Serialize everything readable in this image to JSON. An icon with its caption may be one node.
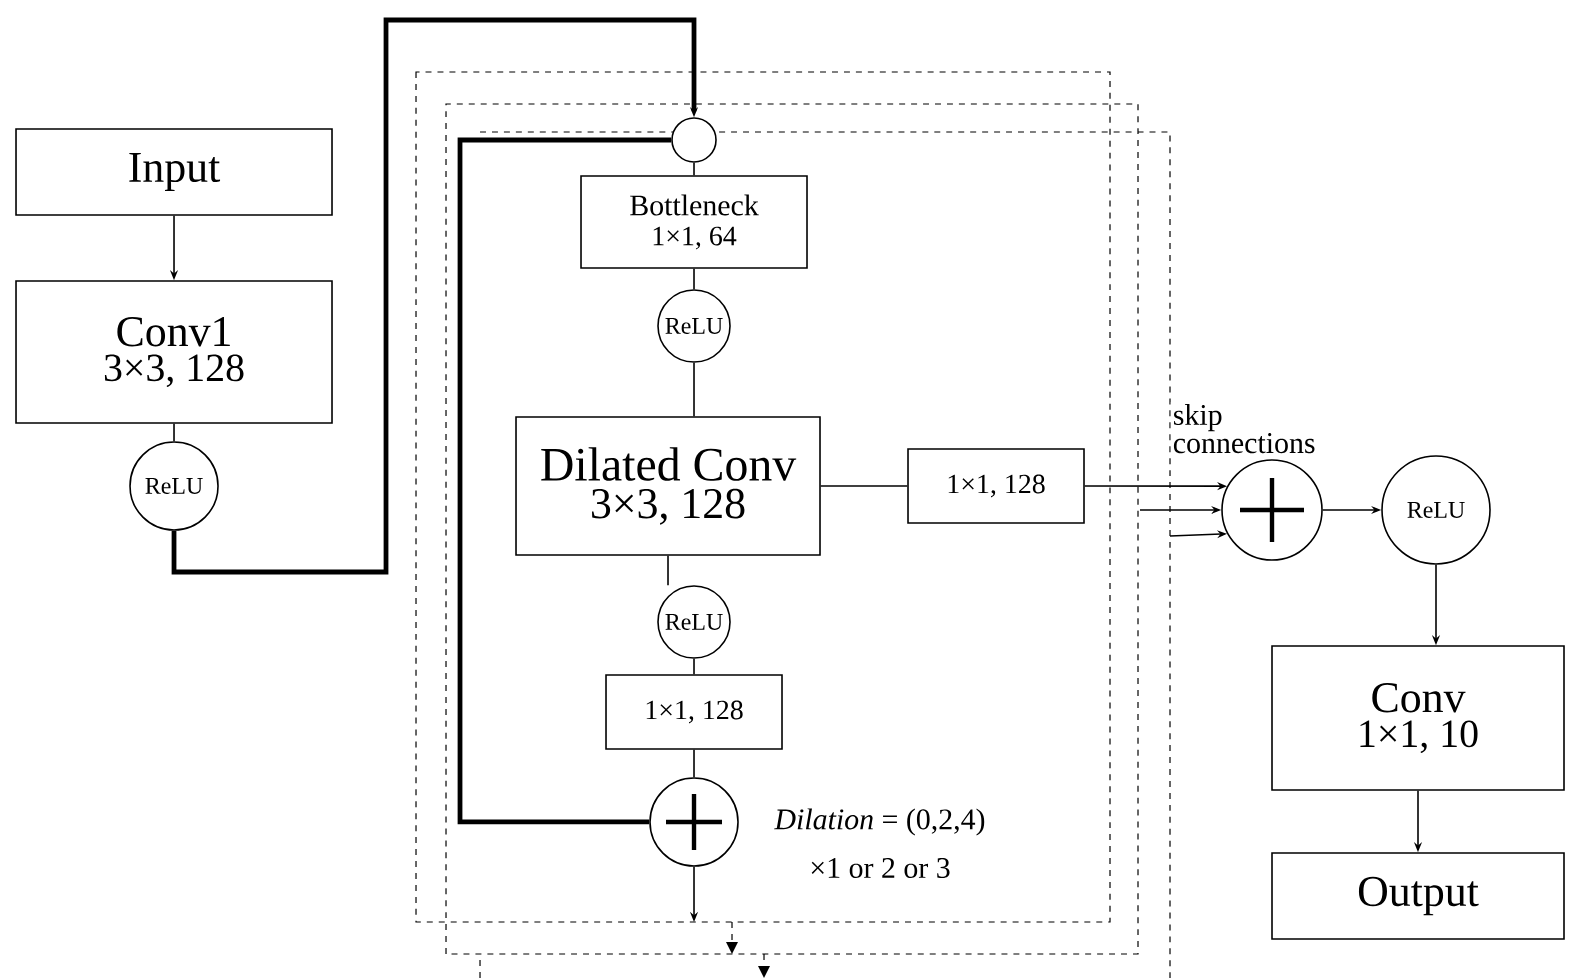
{
  "diagram": {
    "nodes": [
      {
        "text": [
          "Input"
        ]
      },
      {
        "text": [
          "Conv1",
          "3×3, 128"
        ]
      },
      {
        "text": [
          "ReLU"
        ]
      },
      {
        "text": [],
        "shape": "circle"
      },
      {
        "text": [
          "Bottleneck",
          "1×1, 64"
        ]
      },
      {
        "text": [
          "ReLU"
        ]
      },
      {
        "text": [
          "Dilated Conv",
          "3×3, 128"
        ]
      },
      {
        "text": [
          "1×1, 128"
        ]
      },
      {
        "text": [
          "ReLU"
        ]
      },
      {
        "text": [
          "1×1, 128"
        ]
      },
      {
        "text": [],
        "shape": "circle"
      },
      {
        "text": [],
        "shape": "circle"
      },
      {
        "text": [
          "ReLU"
        ]
      },
      {
        "text": [
          "Conv",
          "1×1, 10"
        ]
      },
      {
        "text": [
          "Output"
        ]
      }
    ],
    "edges": [
      {
        "from": 0,
        "to": 1,
        "arrow": "to"
      },
      {
        "from": 1,
        "to": 2,
        "arrow": "none"
      },
      {
        "from": 2,
        "to": 3,
        "arrow": "to",
        "style": "thick"
      },
      {
        "from": 3,
        "to": 4,
        "arrow": "none"
      },
      {
        "from": 4,
        "to": 5,
        "arrow": "none"
      },
      {
        "from": 5,
        "to": 6,
        "arrow": "none"
      },
      {
        "from": 6,
        "to": 7,
        "arrow": "none"
      },
      {
        "from": 6,
        "to": 8,
        "arrow": "none"
      },
      {
        "from": 8,
        "to": 9,
        "arrow": "none"
      },
      {
        "from": 9,
        "to": 10,
        "arrow": "none"
      },
      {
        "from": 3,
        "to": 10,
        "arrow": "none",
        "style": "thick"
      },
      {
        "from": 10,
        "to": null,
        "arrow": "to"
      },
      {
        "from": 7,
        "to": 11,
        "arrow": "to"
      },
      {
        "from": null,
        "to": 11,
        "arrow": "to"
      },
      {
        "from": null,
        "to": 11,
        "arrow": "to"
      },
      {
        "from": 11,
        "to": 12,
        "arrow": "to"
      },
      {
        "from": 12,
        "to": 13,
        "arrow": "to"
      },
      {
        "from": 13,
        "to": 14,
        "arrow": "to"
      }
    ],
    "labels": [
      "skip connections",
      "*Dilation* = (0,2,4)",
      "×1 or 2 or 3"
    ]
  }
}
